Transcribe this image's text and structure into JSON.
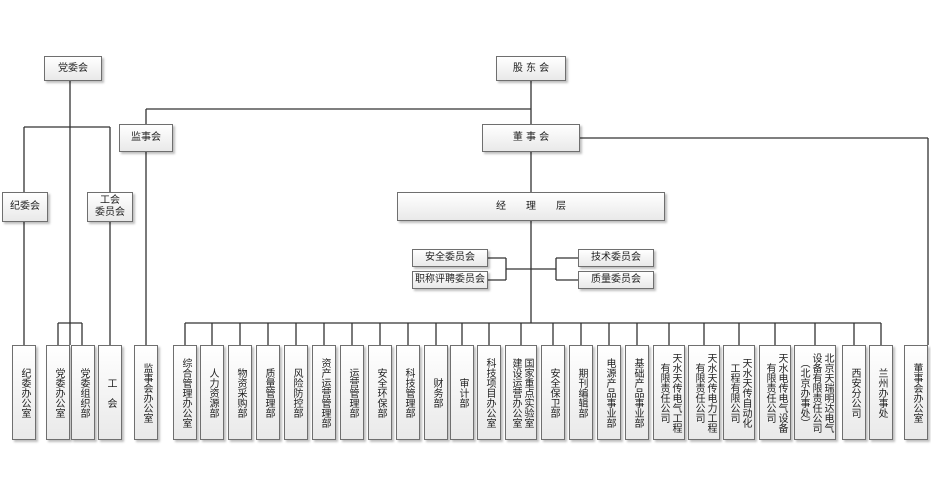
{
  "top": {
    "party_committee": "党委会",
    "shareholders": "股 东 会",
    "supervisory_board": "监事会",
    "board": "董 事 会",
    "discipline_committee": "纪委会",
    "union_committee": "工会\n委员会",
    "management": "经　　理　　层"
  },
  "committees": {
    "safety": "安全委员会",
    "title_review": "职称评聘委员会",
    "technical": "技术委员会",
    "quality": "质量委员会"
  },
  "departments": [
    "纪委办公室",
    "党委办公室",
    "党委组织部",
    "工　会",
    "监事会办公室",
    "综合管理办公室",
    "人力资源部",
    "物资采购部",
    "质量管理部",
    "风险防控部",
    "资产运营管理部",
    "运营管理部",
    "安全环保部",
    "科技管理部",
    "财务部",
    "审计部",
    "科技项目办公室",
    "国家重点实验室\n建设运营办公室",
    "安全保卫部",
    "期刊编辑部",
    "电源产品事业部",
    "基础产品事业部",
    "天水天传电气工程\n有限责任公司",
    "天水天传电力工程\n有限责任公司",
    "天水天传自动化\n工程有限公司",
    "天水电传电气设备\n有限责任公司",
    "北京天瑞明达电气\n设备有限责任公司\n（北京办事处）",
    "西安分公司",
    "兰州办事处",
    "董事会办公室"
  ]
}
